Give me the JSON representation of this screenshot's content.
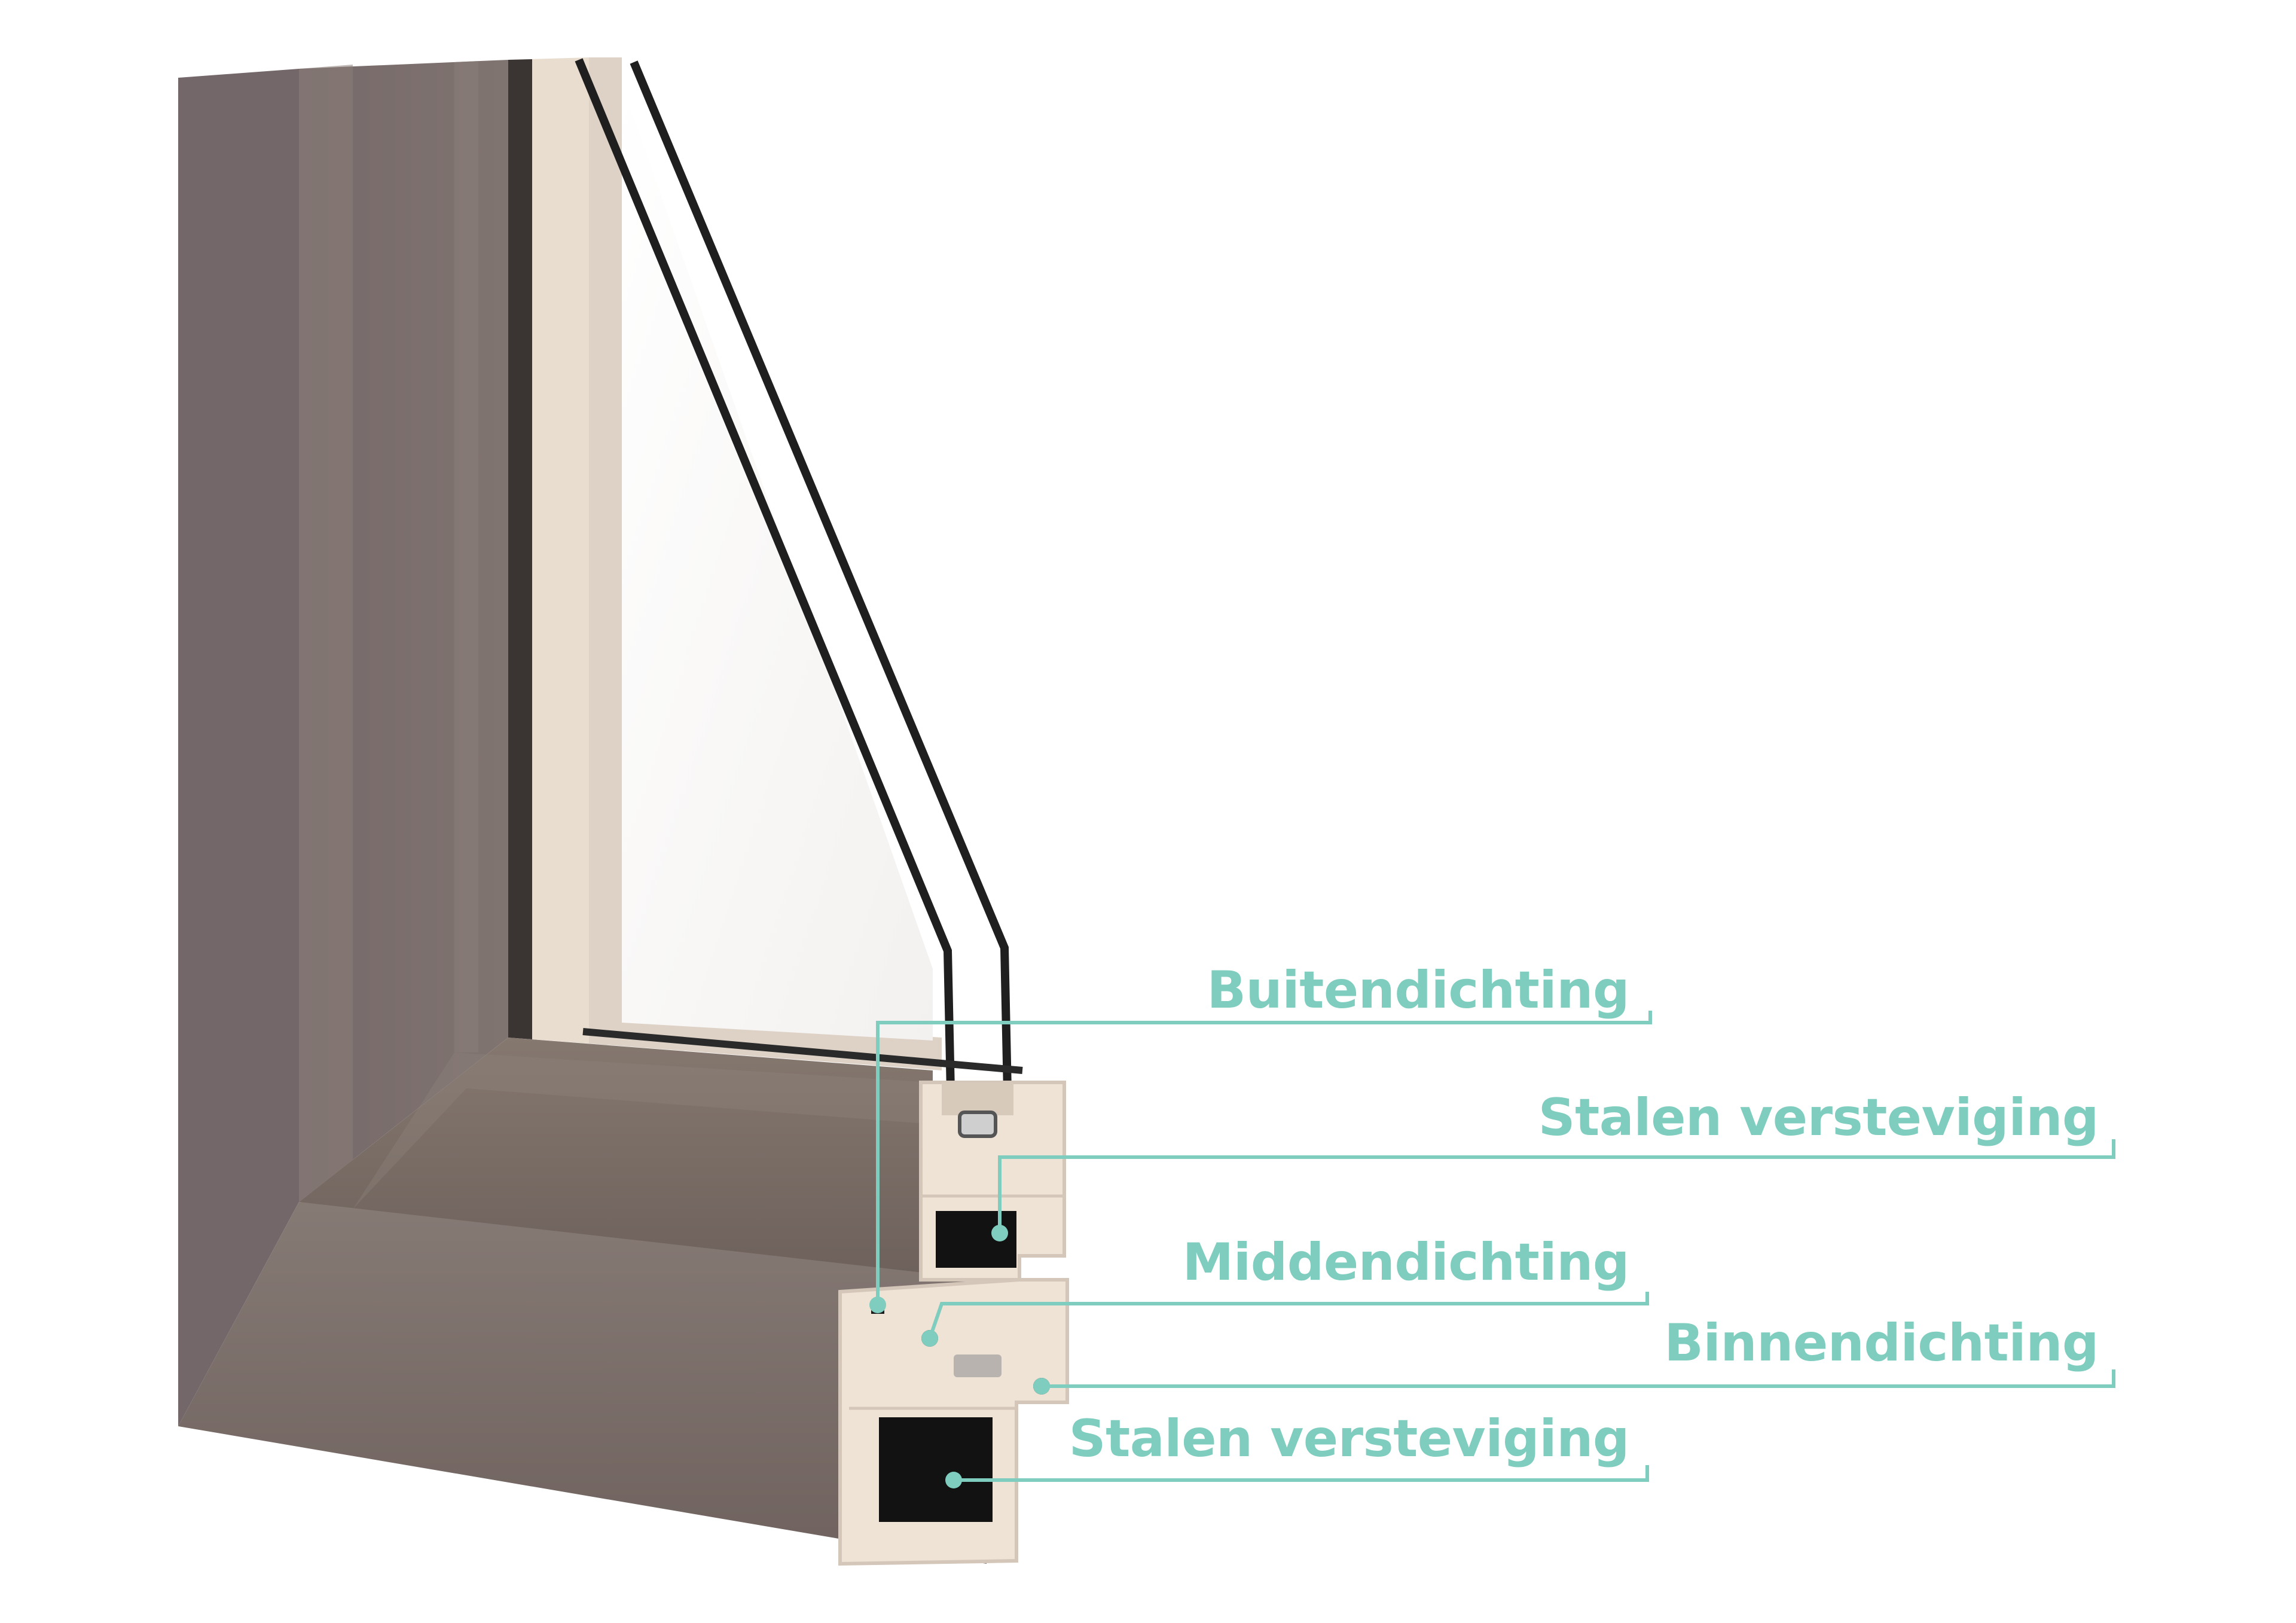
{
  "labels": {
    "buitendichting": "Buitendichting",
    "stalen_versteviging_top": "Stalen versteviging",
    "middendichting": "Middendichting",
    "binnendichting": "Binnendichting",
    "stalen_versteviging_bottom": "Stalen versteviging"
  },
  "colors": {
    "accent": "#7fcdbf",
    "frame": "#7a6d68",
    "profile_core": "#eee2d5",
    "glass_edge": "#1e1e1e",
    "background": "#ffffff"
  }
}
